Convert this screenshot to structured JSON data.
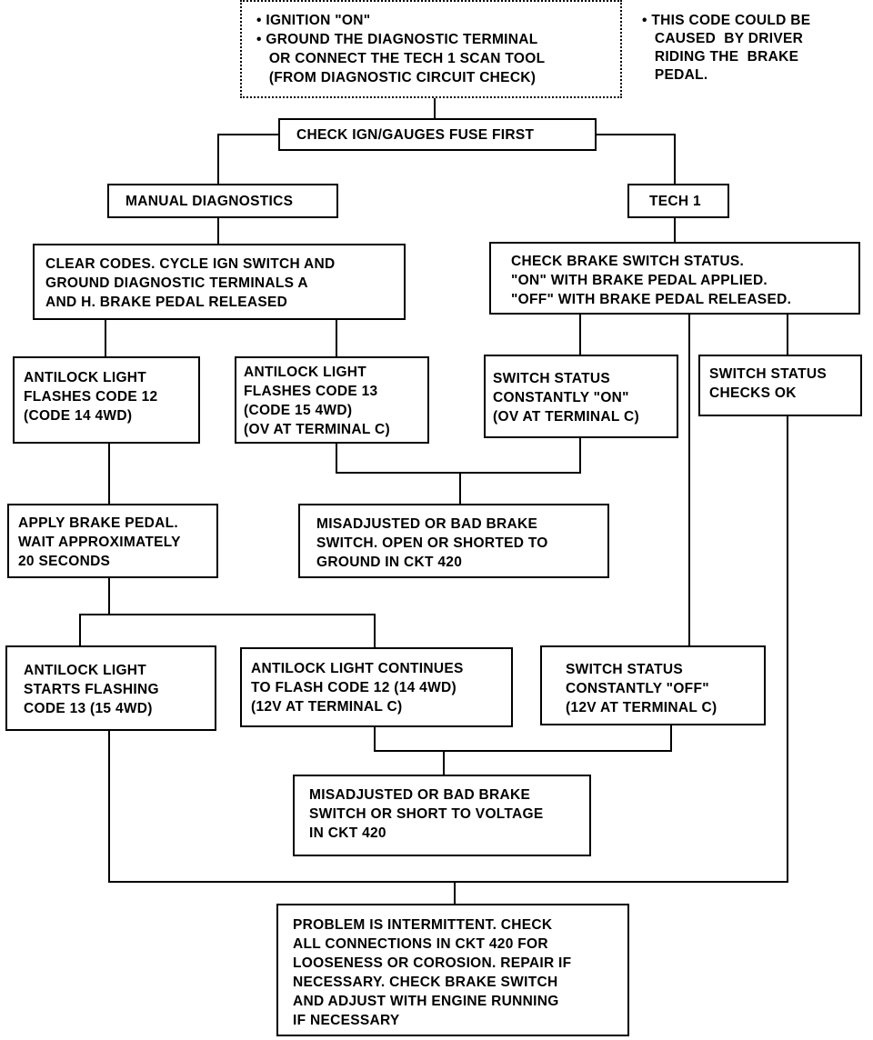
{
  "start_box": {
    "lines": [
      "• IGNITION \"ON\"",
      "• GROUND THE DIAGNOSTIC TERMINAL",
      "   OR CONNECT THE TECH 1 SCAN TOOL",
      "   (FROM DIAGNOSTIC CIRCUIT CHECK)"
    ]
  },
  "note": {
    "lines": [
      "• THIS CODE COULD BE",
      "   CAUSED  BY DRIVER",
      "   RIDING THE  BRAKE",
      "   PEDAL."
    ]
  },
  "fuse_box": {
    "lines": [
      "CHECK IGN/GAUGES FUSE FIRST"
    ]
  },
  "manual_box": {
    "lines": [
      "MANUAL DIAGNOSTICS"
    ]
  },
  "tech1_box": {
    "lines": [
      "TECH 1"
    ]
  },
  "clear_codes_box": {
    "lines": [
      "CLEAR CODES. CYCLE IGN SWITCH AND",
      "GROUND DIAGNOSTIC TERMINALS A",
      "AND H. BRAKE PEDAL RELEASED"
    ]
  },
  "brake_status_box": {
    "lines": [
      "CHECK BRAKE SWITCH STATUS.",
      "\"ON\" WITH BRAKE PEDAL APPLIED.",
      "\"OFF\" WITH BRAKE PEDAL RELEASED."
    ]
  },
  "code12_box": {
    "lines": [
      "ANTILOCK LIGHT",
      "FLASHES CODE 12",
      "(CODE 14 4WD)"
    ]
  },
  "code13_box": {
    "lines": [
      "ANTILOCK LIGHT",
      "FLASHES CODE 13",
      "(CODE 15 4WD)",
      "(OV AT TERMINAL C)"
    ]
  },
  "status_on_box": {
    "lines": [
      "SWITCH STATUS",
      "CONSTANTLY \"ON\"",
      "(OV AT TERMINAL C)"
    ]
  },
  "status_ok_box": {
    "lines": [
      "SWITCH STATUS",
      "CHECKS OK"
    ]
  },
  "apply_pedal_box": {
    "lines": [
      "APPLY BRAKE PEDAL.",
      "WAIT APPROXIMATELY",
      "20 SECONDS"
    ]
  },
  "misadjusted_ground_box": {
    "lines": [
      "MISADJUSTED OR BAD BRAKE",
      "SWITCH. OPEN OR SHORTED TO",
      "GROUND IN CKT 420"
    ]
  },
  "starts_flashing_box": {
    "lines": [
      "ANTILOCK LIGHT",
      "STARTS FLASHING",
      "CODE 13 (15 4WD)"
    ]
  },
  "continues_box": {
    "lines": [
      "ANTILOCK LIGHT CONTINUES",
      "TO FLASH CODE 12 (14 4WD)",
      "(12V AT TERMINAL C)"
    ]
  },
  "status_off_box": {
    "lines": [
      "SWITCH STATUS",
      "CONSTANTLY \"OFF\"",
      "(12V AT TERMINAL C)"
    ]
  },
  "misadjusted_voltage_box": {
    "lines": [
      "MISADJUSTED OR BAD BRAKE",
      "SWITCH OR SHORT TO VOLTAGE",
      "IN CKT 420"
    ]
  },
  "intermittent_box": {
    "lines": [
      "PROBLEM IS INTERMITTENT. CHECK",
      "ALL CONNECTIONS IN CKT 420 FOR",
      "LOOSENESS OR COROSION. REPAIR IF",
      "NECESSARY. CHECK BRAKE SWITCH",
      "AND ADJUST WITH ENGINE RUNNING",
      "IF NECESSARY"
    ]
  }
}
